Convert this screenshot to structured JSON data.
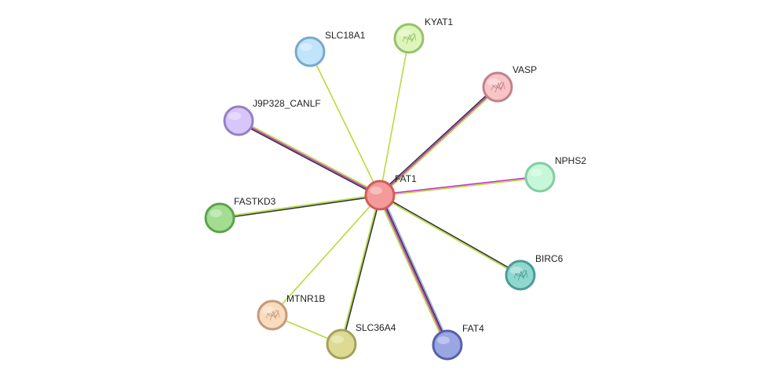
{
  "network": {
    "center": "FAT1",
    "nodes": [
      {
        "id": "FAT1",
        "label": "FAT1",
        "fill": "#f59a9a",
        "stroke": "#d15b5b",
        "structure_icon": false
      },
      {
        "id": "KYAT1",
        "label": "KYAT1",
        "fill": "#ddf5b8",
        "stroke": "#94c26a",
        "structure_icon": true
      },
      {
        "id": "SLC18A1",
        "label": "SLC18A1",
        "fill": "#bfe4fb",
        "stroke": "#79a9cb",
        "structure_icon": false
      },
      {
        "id": "VASP",
        "label": "VASP",
        "fill": "#f7c4c8",
        "stroke": "#c48088",
        "structure_icon": true
      },
      {
        "id": "J9P328_CANLF",
        "label": "J9P328_CANLF",
        "fill": "#d7c6f9",
        "stroke": "#957fc7",
        "structure_icon": false
      },
      {
        "id": "NPHS2",
        "label": "NPHS2",
        "fill": "#c5f8d8",
        "stroke": "#84cca4",
        "structure_icon": false
      },
      {
        "id": "FASTKD3",
        "label": "FASTKD3",
        "fill": "#a3dd92",
        "stroke": "#5ba34c",
        "structure_icon": false
      },
      {
        "id": "BIRC6",
        "label": "BIRC6",
        "fill": "#8fd8cf",
        "stroke": "#4b9c95",
        "structure_icon": true
      },
      {
        "id": "MTNR1B",
        "label": "MTNR1B",
        "fill": "#f8dcbd",
        "stroke": "#c49a78",
        "structure_icon": true
      },
      {
        "id": "SLC36A4",
        "label": "SLC36A4",
        "fill": "#dddb93",
        "stroke": "#a5a15e",
        "structure_icon": false
      },
      {
        "id": "FAT4",
        "label": "FAT4",
        "fill": "#9aa6e2",
        "stroke": "#5561ab",
        "structure_icon": false
      }
    ],
    "edges": [
      {
        "from": "FAT1",
        "to": "KYAT1",
        "colors": [
          "#b5dc3c"
        ]
      },
      {
        "from": "FAT1",
        "to": "SLC18A1",
        "colors": [
          "#b5dc3c"
        ]
      },
      {
        "from": "FAT1",
        "to": "VASP",
        "colors": [
          "#333333",
          "#c832c8",
          "#b5dc3c"
        ]
      },
      {
        "from": "FAT1",
        "to": "J9P328_CANLF",
        "colors": [
          "#333333",
          "#c832c8",
          "#b5dc3c"
        ]
      },
      {
        "from": "FAT1",
        "to": "NPHS2",
        "colors": [
          "#c832c8",
          "#b5dc3c"
        ]
      },
      {
        "from": "FAT1",
        "to": "FASTKD3",
        "colors": [
          "#333333",
          "#b5dc3c"
        ]
      },
      {
        "from": "FAT1",
        "to": "BIRC6",
        "colors": [
          "#333333",
          "#b5dc3c"
        ]
      },
      {
        "from": "FAT1",
        "to": "MTNR1B",
        "colors": [
          "#b5dc3c"
        ]
      },
      {
        "from": "FAT1",
        "to": "SLC36A4",
        "colors": [
          "#333333",
          "#b5dc3c"
        ]
      },
      {
        "from": "FAT1",
        "to": "FAT4",
        "colors": [
          "#9aa6e2",
          "#333333",
          "#c832c8",
          "#b5dc3c"
        ]
      },
      {
        "from": "MTNR1B",
        "to": "SLC36A4",
        "colors": [
          "#b5dc3c"
        ]
      }
    ]
  }
}
